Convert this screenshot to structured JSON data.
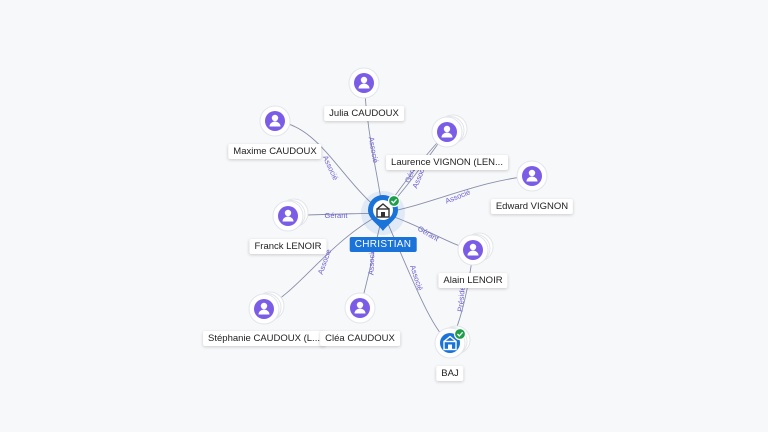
{
  "colors": {
    "background": "#f7f8fa",
    "edge": "#8a8fa8",
    "edge_label": "#6b5fd0",
    "person_node": "#7b5ce6",
    "company_node": "#1a73d9",
    "verified_badge": "#1e9e4a"
  },
  "center": {
    "label": "CHRISTIAN",
    "icon": "building-icon",
    "verified": true
  },
  "nodes": [
    {
      "id": "julia",
      "label": "Julia CAUDOUX",
      "type": "person",
      "icon": "person-icon",
      "stacked": false
    },
    {
      "id": "maxime",
      "label": "Maxime CAUDOUX",
      "type": "person",
      "icon": "person-icon",
      "stacked": false
    },
    {
      "id": "laurence",
      "label": "Laurence VIGNON (LEN...",
      "type": "person",
      "icon": "person-icon",
      "stacked": true
    },
    {
      "id": "edward",
      "label": "Edward VIGNON",
      "type": "person",
      "icon": "person-icon",
      "stacked": false
    },
    {
      "id": "franck",
      "label": "Franck LENOIR",
      "type": "person",
      "icon": "person-icon",
      "stacked": true
    },
    {
      "id": "alain",
      "label": "Alain LENOIR",
      "type": "person",
      "icon": "person-icon",
      "stacked": true
    },
    {
      "id": "stephanie",
      "label": "Stéphanie CAUDOUX (L...",
      "type": "person",
      "icon": "person-icon",
      "stacked": true
    },
    {
      "id": "clea",
      "label": "Cléa CAUDOUX",
      "type": "person",
      "icon": "person-icon",
      "stacked": false
    },
    {
      "id": "baj",
      "label": "BAJ",
      "type": "company",
      "icon": "building-icon",
      "stacked": true,
      "verified": true
    }
  ],
  "edges": [
    {
      "from": "julia",
      "to": "center",
      "label": "Associé"
    },
    {
      "from": "maxime",
      "to": "center",
      "label": "Associé"
    },
    {
      "from": "laurence",
      "to": "center",
      "label": "Gérant"
    },
    {
      "from": "laurence",
      "to": "center",
      "label": "Associé"
    },
    {
      "from": "edward",
      "to": "center",
      "label": "Associé"
    },
    {
      "from": "franck",
      "to": "center",
      "label": "Gérant"
    },
    {
      "from": "alain",
      "to": "center",
      "label": "Gérant"
    },
    {
      "from": "stephanie",
      "to": "center",
      "label": "Associé"
    },
    {
      "from": "clea",
      "to": "center",
      "label": "Associé"
    },
    {
      "from": "baj",
      "to": "center",
      "label": "Associé"
    },
    {
      "from": "alain",
      "to": "baj",
      "label": "Président"
    }
  ]
}
